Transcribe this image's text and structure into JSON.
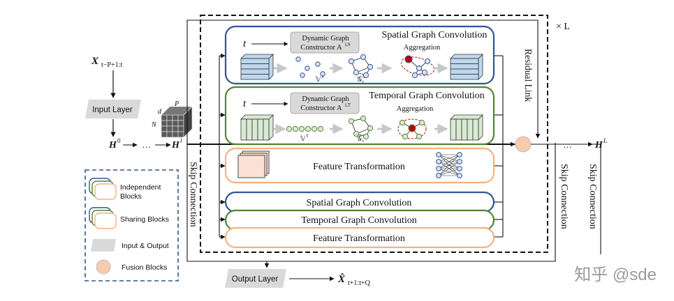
{
  "input_var": "X",
  "input_sub": "t−P+1:t",
  "input_layer": "Input Layer",
  "tensor_dims": {
    "d": "d",
    "p": "P",
    "n": "N"
  },
  "h0": "H",
  "h0_sup": "0",
  "hl": "H",
  "hl_sup": "l",
  "dots": "…",
  "hL": "H",
  "hL_sup": "L",
  "times_L": "× L",
  "residual_link": "Residual Link",
  "skip_connection": "Skip Connection",
  "output_layer": "Output Layer",
  "output_var": "X̂",
  "output_sub": "t+1:t+Q",
  "spatial_block": {
    "title": "Spatial Graph Convolution",
    "t_label": "t",
    "constructor_line1": "Dynamic Graph",
    "constructor_line2": "Constructor A",
    "constructor_sup": "l,S",
    "aggregation": "Aggregation",
    "v_label": "𝕍",
    "v_sup": "S",
    "g_label": "𝒢",
    "g_sup": "S",
    "g_sub": "t"
  },
  "temporal_block": {
    "title": "Temporal Graph Convolution",
    "t_label": "t",
    "constructor_line1": "Dynamic Graph",
    "constructor_line2": "Constructor A",
    "constructor_sup": "l,T",
    "aggregation": "Aggregation",
    "v_label": "𝕍",
    "v_sup": "T",
    "g_label": "𝒢",
    "g_sup": "T",
    "g_sub": "t"
  },
  "feature_block": {
    "title": "Feature Transformation"
  },
  "shared_blocks": [
    "Spatial Graph Convolution",
    "Temporal Graph Convolution",
    "Feature Transformation"
  ],
  "legend": {
    "independent": [
      "Independent",
      "Blocks"
    ],
    "sharing": "Sharing Blocks",
    "io": "Input & Output",
    "fusion": "Fusion Blocks"
  },
  "watermark": "知乎 @sde",
  "colors": {
    "spatial": "#2f5597",
    "temporal": "#548235",
    "feature": "#f4b183",
    "cube_blue": "#bdd7ee",
    "cube_green": "#d9ead3",
    "cube_peach": "#fbe2d5",
    "gray_box": "#d9d9d9",
    "red_node": "#c00000",
    "node_fill": "#dae3f3",
    "fusion": "#f8cbad",
    "legend_border": "#2f5597"
  }
}
